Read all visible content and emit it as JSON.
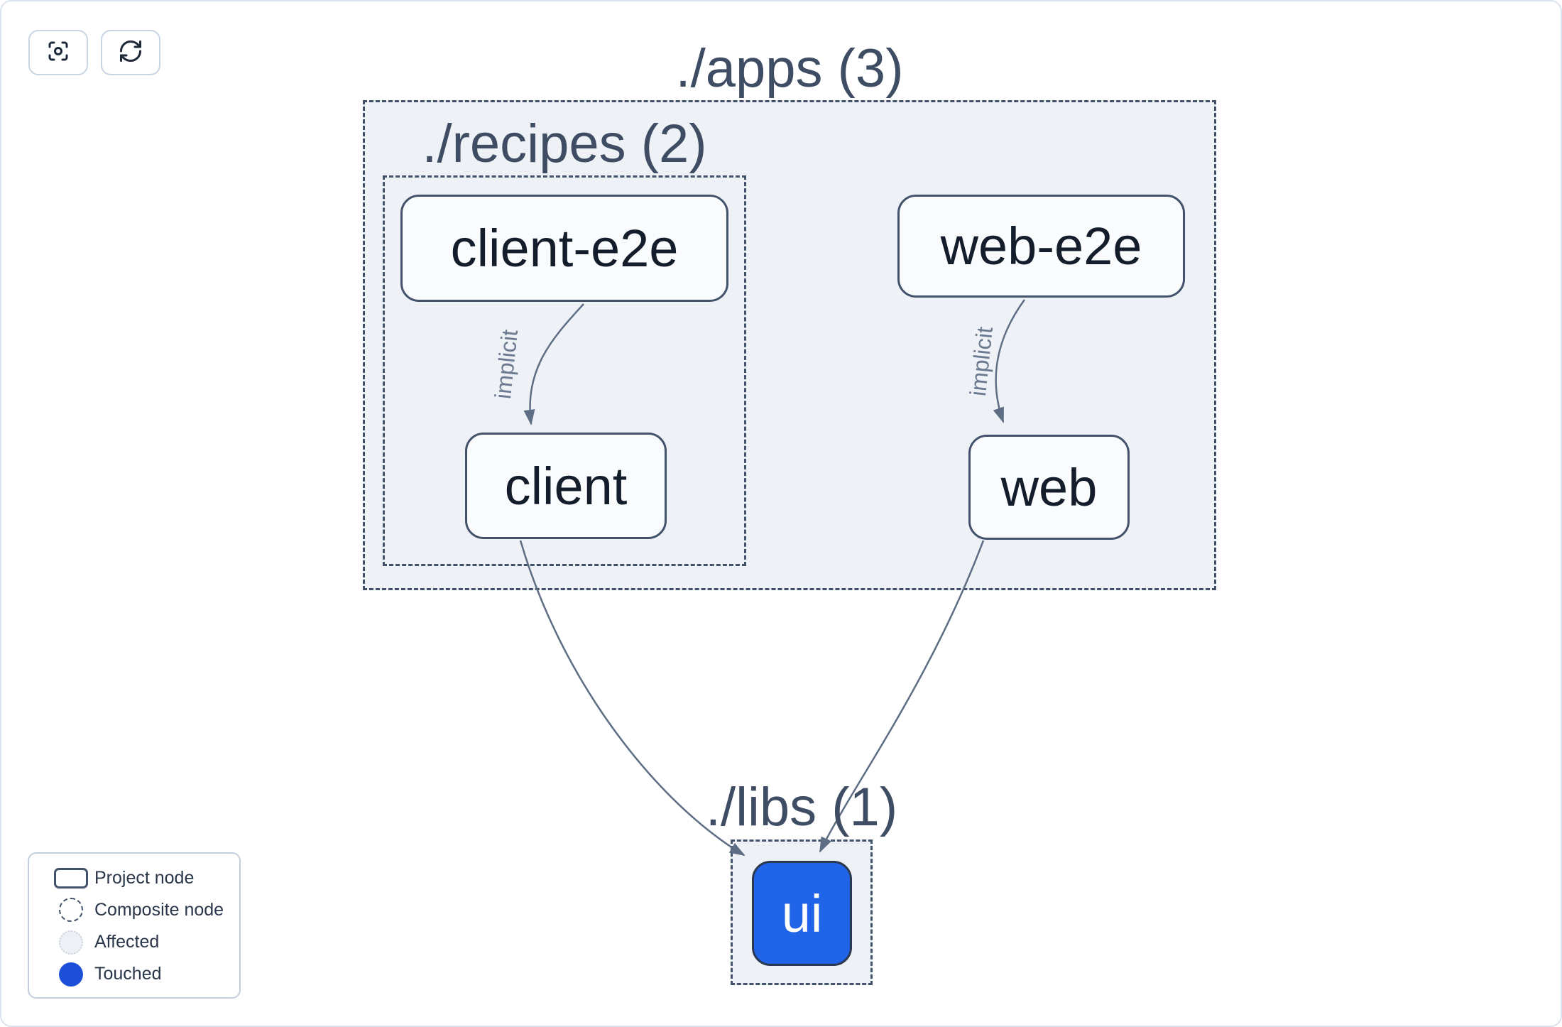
{
  "toolbar": {
    "buttons": [
      {
        "id": "focus",
        "icon": "focus-crosshair-icon"
      },
      {
        "id": "refresh",
        "icon": "refresh-icon"
      }
    ]
  },
  "graph": {
    "containers": [
      {
        "id": "apps",
        "label": "./apps (3)",
        "count": 3
      },
      {
        "id": "recipes",
        "label": "./recipes (2)",
        "count": 2
      },
      {
        "id": "libs",
        "label": "./libs (1)",
        "count": 1
      }
    ],
    "nodes": [
      {
        "id": "client-e2e",
        "label": "client-e2e",
        "state": "default"
      },
      {
        "id": "web-e2e",
        "label": "web-e2e",
        "state": "default"
      },
      {
        "id": "client",
        "label": "client",
        "state": "default"
      },
      {
        "id": "web",
        "label": "web",
        "state": "default"
      },
      {
        "id": "ui",
        "label": "ui",
        "state": "touched"
      }
    ],
    "edges": [
      {
        "from": "client-e2e",
        "to": "client",
        "label": "implicit"
      },
      {
        "from": "web-e2e",
        "to": "web",
        "label": "implicit"
      },
      {
        "from": "client",
        "to": "ui",
        "label": ""
      },
      {
        "from": "web",
        "to": "ui",
        "label": ""
      }
    ]
  },
  "legend": {
    "items": [
      {
        "swatch": "project-node-swatch",
        "label": "Project node"
      },
      {
        "swatch": "composite-node-swatch",
        "label": "Composite node"
      },
      {
        "swatch": "affected-swatch",
        "label": "Affected"
      },
      {
        "swatch": "touched-swatch",
        "label": "Touched"
      }
    ]
  },
  "colors": {
    "container_fill": "#eef1f6",
    "container_border": "#42526b",
    "node_fill": "#fafbfd",
    "node_border": "#42526b",
    "node_text": "#131d2b",
    "title_text": "#3e4d63",
    "edge": "#5d6d84",
    "edge_label": "#6b7a90",
    "ui_node_blue": "#2064e8",
    "touched_blue": "#1d4ed8",
    "affected_fill": "#edf0f5",
    "page_border": "#dce3ef"
  }
}
